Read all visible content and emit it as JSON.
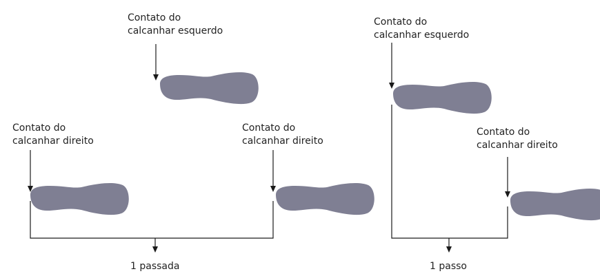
{
  "stride_panel": {
    "left_heel_label_line1": "Contato do",
    "left_heel_label_line2": "calcanhar esquerdo",
    "right_heel_label_first_line1": "Contato do",
    "right_heel_label_first_line2": "calcanhar direito",
    "right_heel_label_second_line1": "Contato do",
    "right_heel_label_second_line2": "calcanhar direito",
    "measure_label": "1 passada"
  },
  "step_panel": {
    "left_heel_label_line1": "Contato do",
    "left_heel_label_line2": "calcanhar esquerdo",
    "right_heel_label_line1": "Contato do",
    "right_heel_label_line2": "calcanhar direito",
    "measure_label": "1 passo"
  },
  "colors": {
    "footprint": "#7f7f93",
    "line": "#1a1a1a",
    "text": "#222222"
  }
}
